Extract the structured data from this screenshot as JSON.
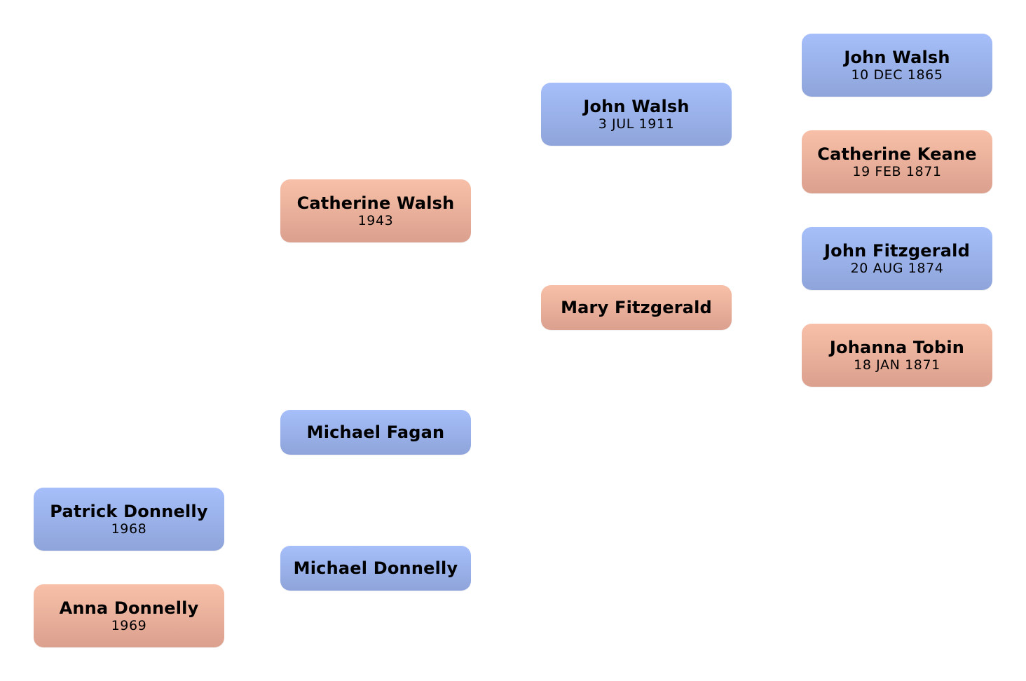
{
  "colors": {
    "male_top": "#a6bffa",
    "male_bottom": "#8ea4da",
    "female_top": "#f8c0a8",
    "female_bottom": "#dba08e",
    "background": "#ffffff"
  },
  "tree": {
    "generation_1": [
      {
        "name": "Patrick Donnelly",
        "date": "1968",
        "sex": "male"
      },
      {
        "name": "Anna Donnelly",
        "date": "1969",
        "sex": "female"
      }
    ],
    "generation_2": [
      {
        "name": "Catherine Walsh",
        "date": "1943",
        "sex": "female"
      },
      {
        "name": "Michael Fagan",
        "date": "",
        "sex": "male"
      },
      {
        "name": "Michael Donnelly",
        "date": "",
        "sex": "male"
      }
    ],
    "generation_3": [
      {
        "name": "John Walsh",
        "date": "3 JUL 1911",
        "sex": "male"
      },
      {
        "name": "Mary Fitzgerald",
        "date": "",
        "sex": "female"
      }
    ],
    "generation_4": [
      {
        "name": "John Walsh",
        "date": "10 DEC 1865",
        "sex": "male"
      },
      {
        "name": "Catherine Keane",
        "date": "19 FEB 1871",
        "sex": "female"
      },
      {
        "name": "John Fitzgerald",
        "date": "20 AUG 1874",
        "sex": "male"
      },
      {
        "name": "Johanna Tobin",
        "date": "18 JAN 1871",
        "sex": "female"
      }
    ]
  }
}
